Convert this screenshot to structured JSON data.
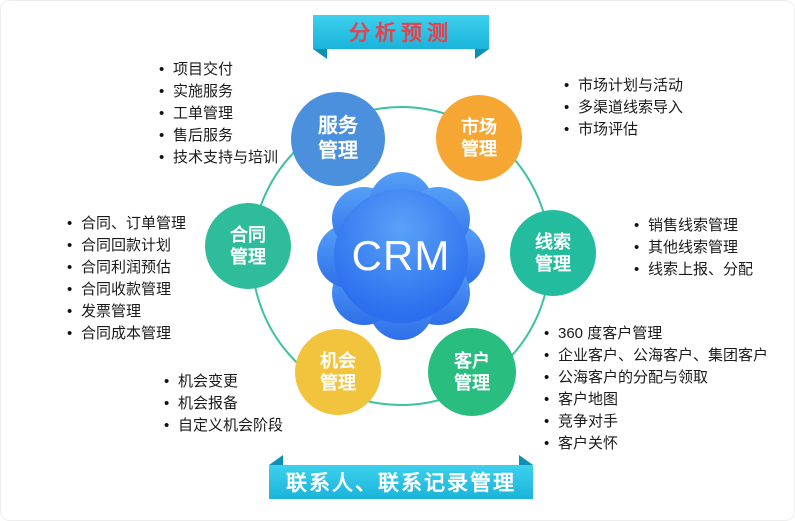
{
  "banners": {
    "top": "分析预测",
    "bottom": "联系人、联系记录管理",
    "bg_color": "#26c2e6",
    "fold_color": "#0e90b6",
    "top_text_color": "#e5414d",
    "bottom_text_color": "#ffffff"
  },
  "center": {
    "label": "CRM",
    "core_color": "#2b6fee",
    "petal_color": "#4690f3"
  },
  "ring_color": "#3cc29f",
  "nodes": {
    "service": {
      "label": "服务\n管理",
      "color": "#4a90dd"
    },
    "market": {
      "label": "市场\n管理",
      "color": "#f6a632"
    },
    "contract": {
      "label": "合同\n管理",
      "color": "#2fbc9b"
    },
    "leads": {
      "label": "线索\n管理",
      "color": "#23bc9e"
    },
    "opportunity": {
      "label": "机会\n管理",
      "color": "#f2c33c"
    },
    "customer": {
      "label": "客户\n管理",
      "color": "#2abd80"
    }
  },
  "lists": {
    "service": [
      "项目交付",
      "实施服务",
      "工单管理",
      "售后服务",
      "技术支持与培训"
    ],
    "market": [
      "市场计划与活动",
      "多渠道线索导入",
      "市场评估"
    ],
    "contract": [
      "合同、订单管理",
      "合同回款计划",
      "合同利润预估",
      "合同收款管理",
      "发票管理",
      "合同成本管理"
    ],
    "leads": [
      "销售线索管理",
      "其他线索管理",
      "线索上报、分配"
    ],
    "opportunity": [
      "机会变更",
      "机会报备",
      "自定义机会阶段"
    ],
    "customer": [
      "360 度客户管理",
      "企业客户、公海客户、集团客户",
      "公海客户的分配与领取",
      "客户地图",
      "竞争对手",
      "客户关怀"
    ]
  }
}
